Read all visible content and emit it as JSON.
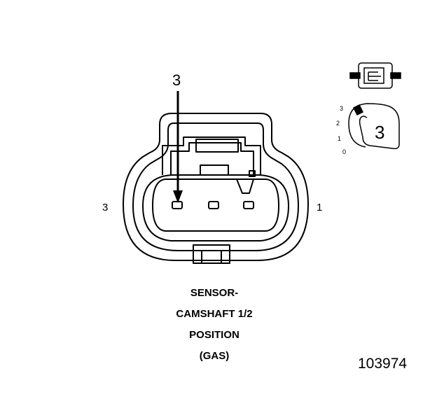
{
  "diagram": {
    "arrow_pin_label": "3",
    "left_side_label": "3",
    "right_side_label": "1",
    "caption_lines": [
      "SENSOR-",
      "CAMSHAFT 1/2",
      "POSITION",
      "(GAS)"
    ],
    "figure_id": "103974",
    "key_indicator": {
      "scale_labels": [
        "3",
        "2",
        "1",
        "0"
      ],
      "key_number": "3"
    }
  }
}
